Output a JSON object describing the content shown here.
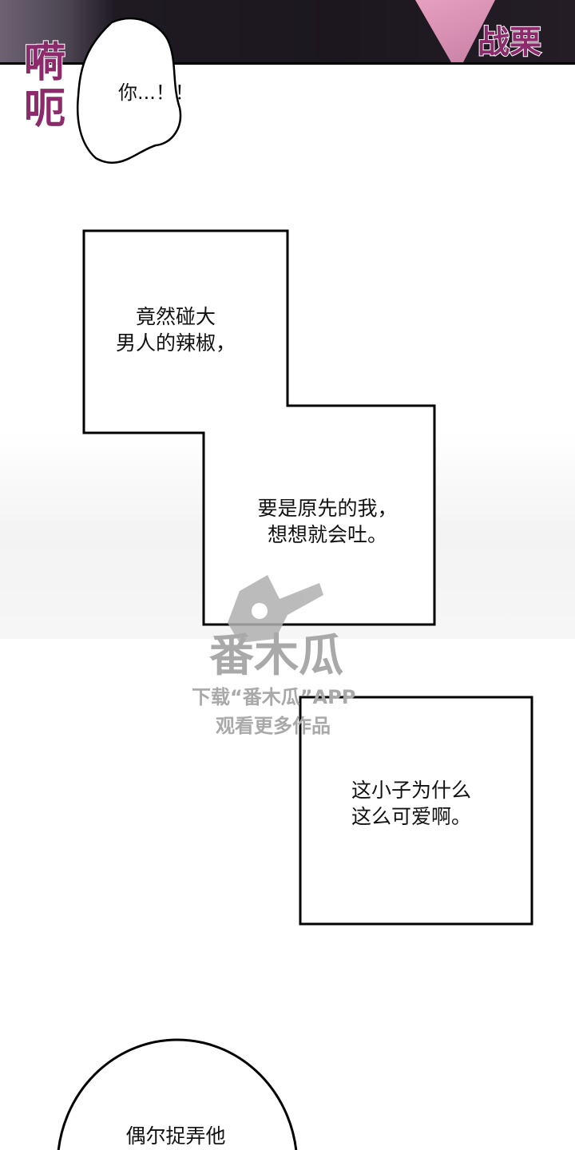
{
  "sfx": {
    "left": "嗬呃",
    "right": "战栗",
    "color": "#8c2a6c"
  },
  "bubbles": {
    "top": "你...！！",
    "box1": "竟然碰大\n男人的辣椒，",
    "box2": "要是原先的我，\n想想就会吐。",
    "box3": "这小子为什么\n这么可爱啊。",
    "bottom": "偶尔捉弄他"
  },
  "watermark": {
    "logo": "番木瓜",
    "line1": "下载“番木瓜”APP",
    "line2": "观看更多作品"
  }
}
